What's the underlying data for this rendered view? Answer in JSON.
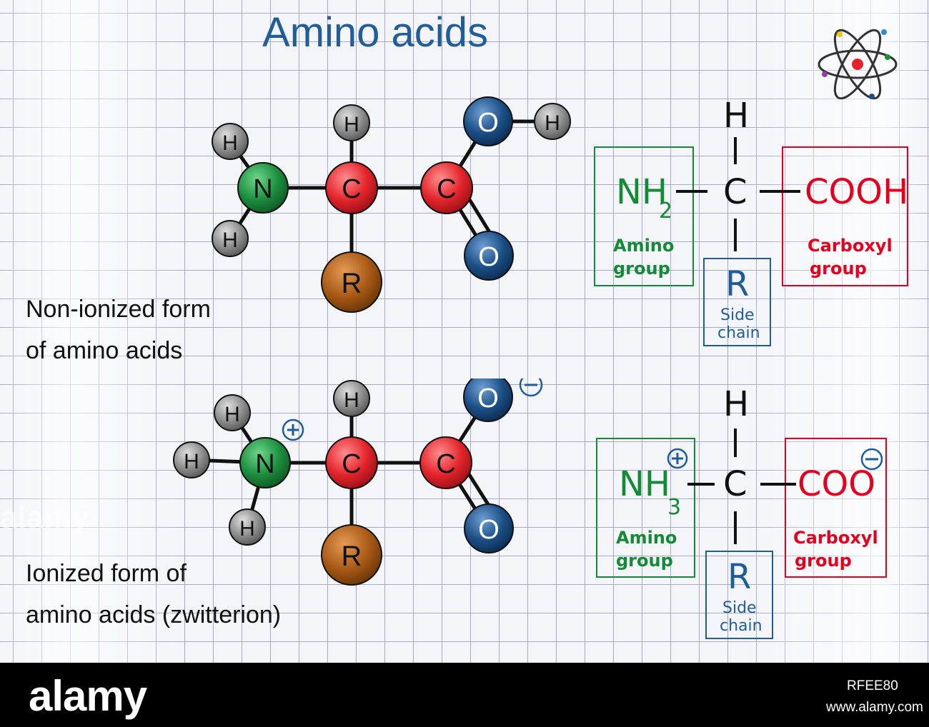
{
  "title": "Amino acids",
  "caption_top": [
    "Non-ionized form",
    "of amino acids"
  ],
  "caption_bottom": [
    "Ionized form of",
    "amino acids (zwitterion)"
  ],
  "atoms": {
    "H": "H",
    "N": "N",
    "C": "C",
    "O": "O",
    "R": "R"
  },
  "charges": {
    "plus": "+",
    "minus": "−"
  },
  "formula_top": {
    "amino": "NH",
    "amino_sub": "2",
    "carbon": "C",
    "hydrogen": "H",
    "carboxyl": "COOH",
    "side": "R"
  },
  "formula_bottom": {
    "amino": "NH",
    "amino_sub": "3",
    "carbon": "C",
    "hydrogen": "H",
    "carboxyl": "COO",
    "side": "R"
  },
  "labels": {
    "amino_group": [
      "Amino",
      "group"
    ],
    "carboxyl_group": [
      "Carboxyl",
      "group"
    ],
    "side_chain": [
      "Side",
      "chain"
    ]
  },
  "colors": {
    "hydrogen": "#8e8e8e",
    "nitrogen": "#1c8f3e",
    "carbon": "#e3252b",
    "oxygen": "#1b4f86",
    "r_group": "#a95a16",
    "amino_green": "#138a36",
    "carboxyl_red": "#e5001d",
    "side_blue": "#1f5c9a",
    "title_blue": "#215d99"
  },
  "watermark": {
    "logo": "alamy",
    "image_id": "RFEE80",
    "site": "www.alamy.com",
    "side": "alamy"
  }
}
